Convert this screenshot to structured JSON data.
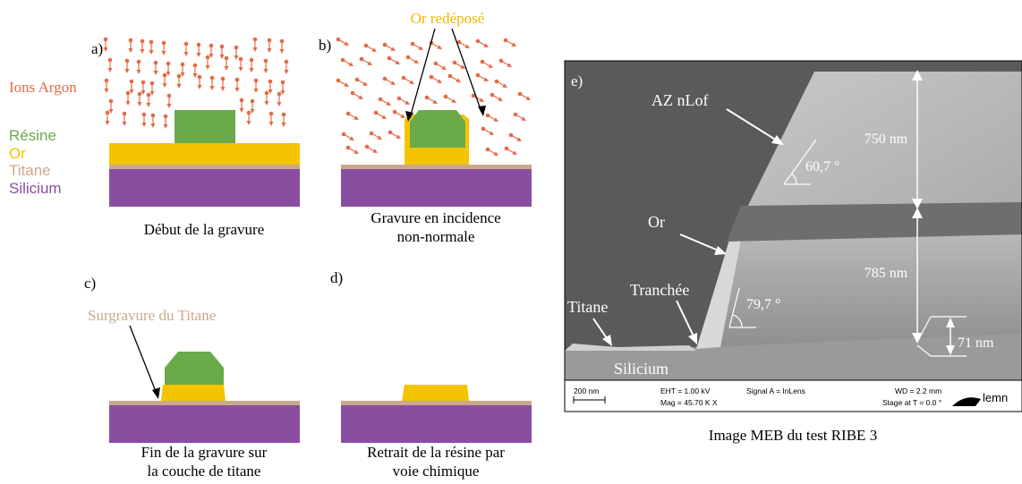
{
  "panels": {
    "a": {
      "tag": "a)",
      "caption": "Début de la gravure",
      "labels": {
        "ions": "Ions Argon",
        "resine": "Résine",
        "or": "Or",
        "titane": "Titane",
        "silicium": "Silicium"
      }
    },
    "b": {
      "tag": "b)",
      "caption_line1": "Gravure en incidence",
      "caption_line2": "non-normale",
      "annotation": "Or redéposé"
    },
    "c": {
      "tag": "c)",
      "caption_line1": "Fin de la gravure sur",
      "caption_line2": "la couche de titane",
      "annotation": "Surgravure du Titane"
    },
    "d": {
      "tag": "d)",
      "caption_line1": "Retrait de la résine par",
      "caption_line2": "voie chimique"
    },
    "e": {
      "tag": "e)",
      "caption": "Image MEB du test RIBE 3",
      "labels": {
        "az": "AZ nLof",
        "or": "Or",
        "tranchee": "Tranchée",
        "titane": "Titane",
        "silicium": "Silicium"
      },
      "angles": {
        "top": "60,7 °",
        "bottom": "79,7 °"
      },
      "dims": {
        "resist": "750 nm",
        "gold": "785 nm",
        "titane": "71 nm"
      },
      "infobar": {
        "scale": "200 nm",
        "eht": "EHT =  1.00 kV",
        "mag": "Mag =  45.70 K X",
        "signal": "Signal A = InLens",
        "wd": "WD =  2.2 mm",
        "stage": "Stage at T =   0.0 °",
        "logo": "lemn"
      }
    }
  },
  "colors": {
    "ion": "#e36a45",
    "resine": "#6aaa4a",
    "or": "#f5c400",
    "titane": "#c8a98a",
    "silicium": "#8a4ea0",
    "sem_bg": "#5a5a5a"
  }
}
